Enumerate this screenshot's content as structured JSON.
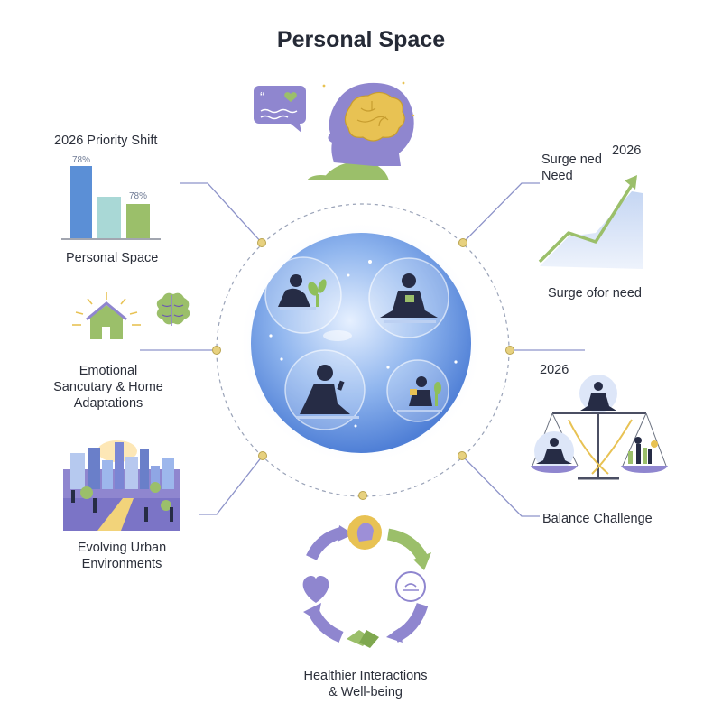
{
  "title": "Personal Space",
  "priority": {
    "heading": "2026 Priority Shift",
    "pct_a": "78%",
    "pct_b": "78%",
    "caption": "Personal Space"
  },
  "surge": {
    "line1": "Surge ned",
    "line2": "Need",
    "year": "2026",
    "caption": "Surge ofor need"
  },
  "sanctuary": {
    "line1": "Emotional",
    "line2": "Sancutary & Home",
    "line3": "Adaptations"
  },
  "balance": {
    "year": "2026",
    "caption": "Balance Challenge"
  },
  "urban": {
    "line1": "Evolving Urban",
    "line2": "Environments"
  },
  "interactions": {
    "line1": "Healthier Interactions",
    "line2": "& Well-being"
  },
  "colors": {
    "blue": "#5b8fd6",
    "teal": "#a9d8d6",
    "green": "#9bbf6a",
    "purple": "#8f86cf",
    "navy": "#262c45",
    "gold": "#e8c253"
  }
}
